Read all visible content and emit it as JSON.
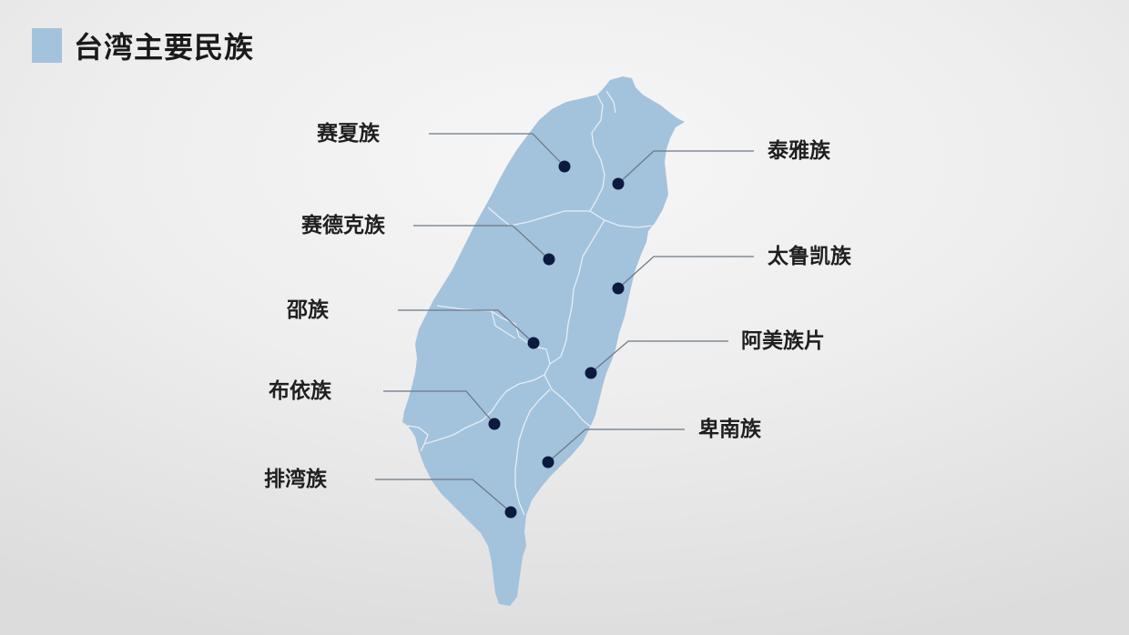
{
  "title": "台湾主要民族",
  "colors": {
    "accent_square": "#a3c2dc",
    "map_fill": "#a3c2dc",
    "border_lines": "#e4eef7",
    "dot": "#0c1a40",
    "leader_line": "#6b7785"
  },
  "labels": {
    "saisiyat": "赛夏族",
    "atayal": "泰雅族",
    "seediq": "赛德克族",
    "truku": "太鲁凯族",
    "thao": "邵族",
    "amis": "阿美族片",
    "bunun": "布依族",
    "puyuma": "卑南族",
    "paiwan": "排湾族"
  }
}
